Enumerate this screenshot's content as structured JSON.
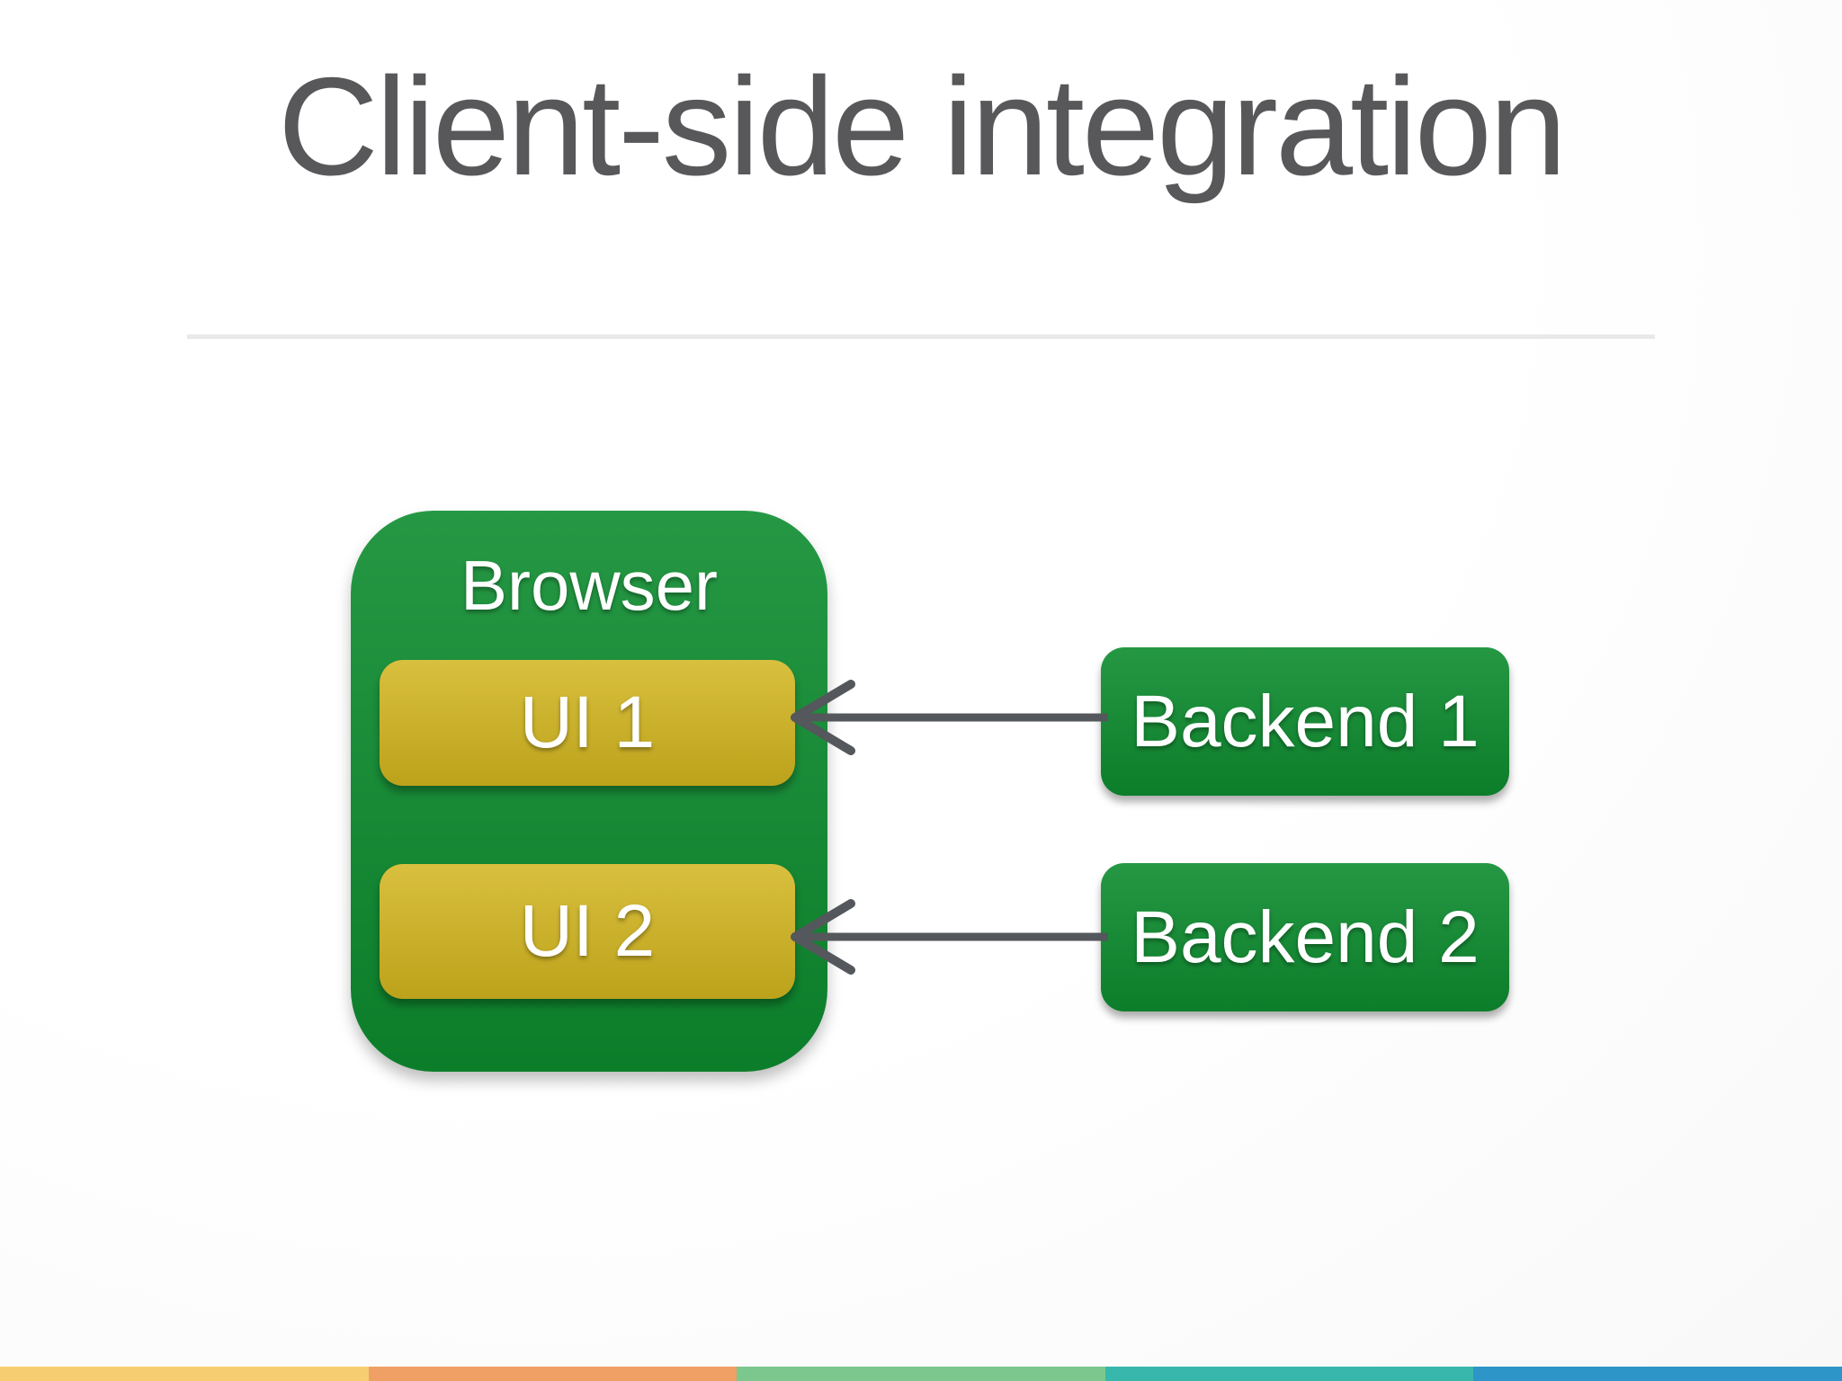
{
  "slide": {
    "title": "Client-side integration"
  },
  "diagram": {
    "browser": {
      "label": "Browser",
      "ui_boxes": [
        {
          "label": "UI 1"
        },
        {
          "label": "UI 2"
        }
      ]
    },
    "backends": [
      {
        "label": "Backend 1"
      },
      {
        "label": "Backend 2"
      }
    ],
    "arrows": [
      {
        "from": "Backend 1",
        "to": "UI 1",
        "direction": "left"
      },
      {
        "from": "Backend 2",
        "to": "UI 2",
        "direction": "left"
      }
    ]
  },
  "colors": {
    "green": "#0d8c2f",
    "yellow": "#d2b51e",
    "title-gray": "#58585a",
    "arrow-gray": "#54575b",
    "divider-gray": "#e9e9e9"
  },
  "footer_stripe": {
    "segments": [
      "#f6ce71",
      "#f0a064",
      "#7cc78d",
      "#38b8ac",
      "#2e95c8"
    ]
  }
}
